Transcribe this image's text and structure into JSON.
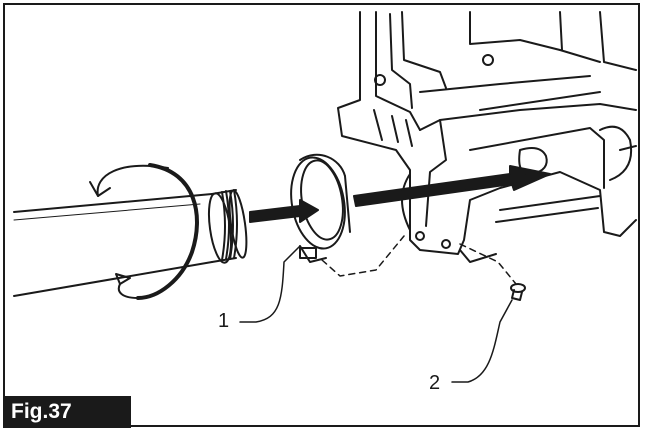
{
  "figure": {
    "label": "Fig.37",
    "callouts": [
      {
        "id": "1",
        "text": "1"
      },
      {
        "id": "2",
        "text": "2"
      }
    ]
  },
  "colors": {
    "line": "#1a1a1a",
    "label_bg": "#1a1a1a",
    "label_text": "#ffffff",
    "background": "#ffffff"
  }
}
